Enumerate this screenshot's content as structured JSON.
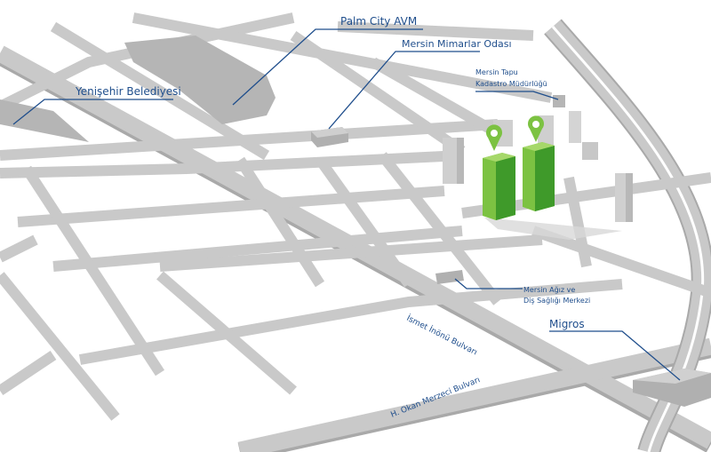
{
  "labels": {
    "palm_city": "Palm City AVM",
    "mimarlar": "Mersin Mimarlar Odası",
    "tapu_line1": "Mersin Tapu",
    "tapu_line2": "Kadastro Müdürlüğü",
    "belediye": "Yenişehir Belediyesi",
    "agiz_line1": "Mersin Ağız ve",
    "agiz_line2": "Diş Sağlığı Merkezi",
    "migros": "Migros",
    "ismet": "İsmet İnönü Bulvarı",
    "okan": "H. Okan Merzeci Bulvarı"
  },
  "colors": {
    "label": "#1f4e8c",
    "road": "#c9c9c9",
    "building": "#b5b5b5",
    "tower": "#7cc242",
    "pin": "#7cc242"
  }
}
